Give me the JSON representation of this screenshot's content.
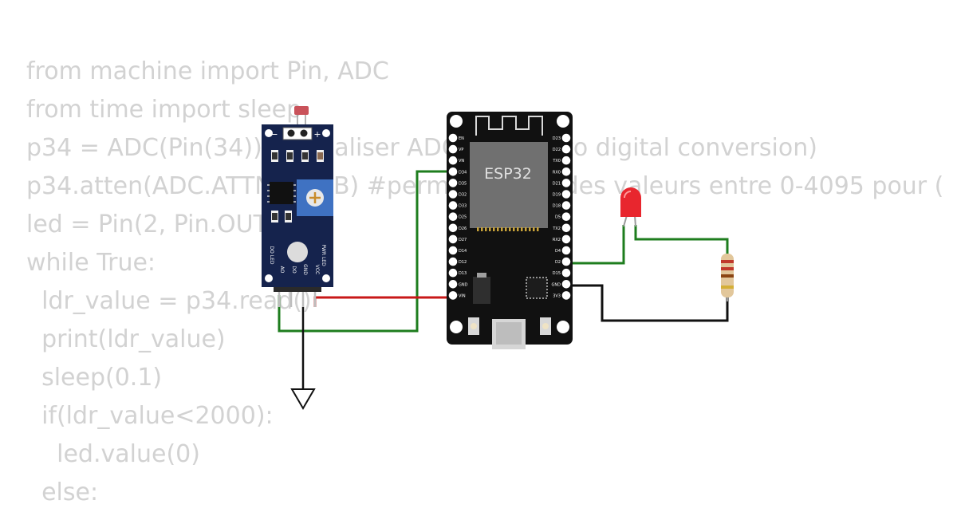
{
  "code_lines": [
    "from machine import Pin, ADC",
    "from time import sleep",
    "p34 = ADC(Pin(34)) #initialiser ADC (analog to digital conversion)",
    "p34.atten(ADC.ATTN_11DB) #permet de lire des valeurs entre 0-4095 pour (",
    "led = Pin(2, Pin.OUT)",
    "while True:",
    "  ldr_value = p34.read()",
    "  print(ldr_value)",
    "  sleep(0.1)",
    "  if(ldr_value<2000):",
    "    led.value(0)",
    "  else:"
  ],
  "sensor": {
    "minus": "−",
    "plus": "+",
    "label_do_led": "DO LED",
    "label_pwr_led": "PWR LED",
    "pin_ao": "AO",
    "pin_do": "DO",
    "pin_gnd": "GND",
    "pin_vcc": "VCC"
  },
  "esp32": {
    "label": "ESP32",
    "left_pins": [
      "EN",
      "VP",
      "VN",
      "D34",
      "D35",
      "D32",
      "D33",
      "D25",
      "D26",
      "D27",
      "D14",
      "D12",
      "D13",
      "GND",
      "VIN"
    ],
    "right_pins": [
      "D23",
      "D22",
      "TX0",
      "RX0",
      "D21",
      "D19",
      "D18",
      "D5",
      "TX2",
      "RX2",
      "D4",
      "D2",
      "D15",
      "GND",
      "3V3"
    ]
  },
  "colors": {
    "wire_green": "#1e7d1e",
    "wire_red": "#c81818",
    "wire_black": "#111111",
    "code_text": "#d2d2d2",
    "board": "#111111",
    "sensor_board": "#15234d"
  }
}
